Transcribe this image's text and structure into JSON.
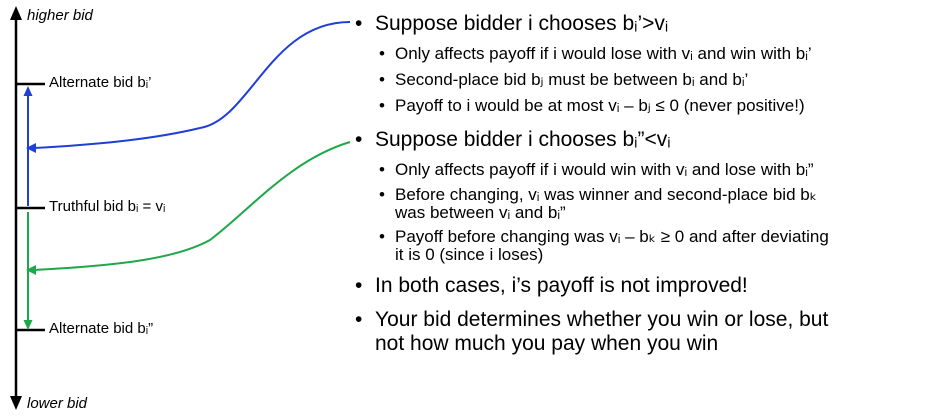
{
  "axis": {
    "top_label": "higher bid",
    "bottom_label": "lower bid"
  },
  "bid_labels": {
    "alternate_high": "Alternate bid bᵢ’",
    "truthful": "Truthful bid bᵢ = vᵢ",
    "alternate_low": "Alternate bid bᵢ”"
  },
  "colors": {
    "upper_connector": "#1f3fd6",
    "lower_connector": "#1fa84a",
    "axis": "#000000"
  },
  "bullets": [
    {
      "text": "Suppose bidder i chooses bᵢ’>vᵢ",
      "sub": [
        "Only affects payoff if i would lose with vᵢ and win with bᵢ’",
        "Second-place bid bⱼ must be between bᵢ and bᵢ’",
        "Payoff to i would be at most vᵢ – bⱼ ≤ 0 (never positive!)"
      ]
    },
    {
      "text": "Suppose bidder i chooses bᵢ”<vᵢ",
      "sub": [
        "Only affects payoff if i would win with vᵢ and lose with bᵢ”",
        "Before changing, vᵢ was winner and second-place bid bₖ\nwas between vᵢ and bᵢ”",
        "Payoff before changing was vᵢ – bₖ ≥ 0 and after deviating\nit is 0 (since i loses)"
      ]
    },
    {
      "text": "In both cases, i’s payoff is not improved!",
      "sub": []
    },
    {
      "text": "Your bid determines whether you win or lose, but\nnot how much you pay when you win",
      "sub": []
    }
  ]
}
